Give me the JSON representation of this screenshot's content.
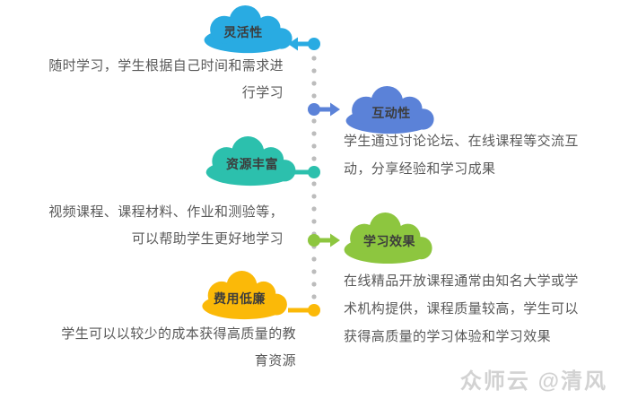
{
  "items": [
    {
      "id": "flexibility",
      "title": "灵活性",
      "color": "#29abe2",
      "side": "left",
      "desc_lines": [
        "随时学习，学生根据自己时间和需求进",
        "行学习"
      ]
    },
    {
      "id": "interactivity",
      "title": "互动性",
      "color": "#5b82d8",
      "side": "right",
      "desc_lines": [
        "学生通过讨论论坛、在线课程等交流互",
        "动，分享经验和学习成果"
      ]
    },
    {
      "id": "rich-resources",
      "title": "资源丰富",
      "color": "#2cc0ad",
      "side": "left",
      "desc_lines": [
        "视频课程、课程材料、作业和测验等，",
        "可以帮助学生更好地学习"
      ]
    },
    {
      "id": "learning-effect",
      "title": "学习效果",
      "color": "#8dc63f",
      "side": "right",
      "desc_lines": [
        "在线精品开放课程通常由知名大学或学",
        "术机构提供，课程质量较高，学生可以",
        "获得高质量的学习体验和学习效果"
      ]
    },
    {
      "id": "low-cost",
      "title": "费用低廉",
      "color": "#fbb908",
      "side": "left",
      "desc_lines": [
        "学生可以以较少的成本获得高质量的教",
        "育资源"
      ]
    }
  ],
  "timeline": {
    "dot_color": "#bcbcbc"
  },
  "watermark": {
    "text": "众师云 @清风",
    "color": "#d2d2d2"
  }
}
